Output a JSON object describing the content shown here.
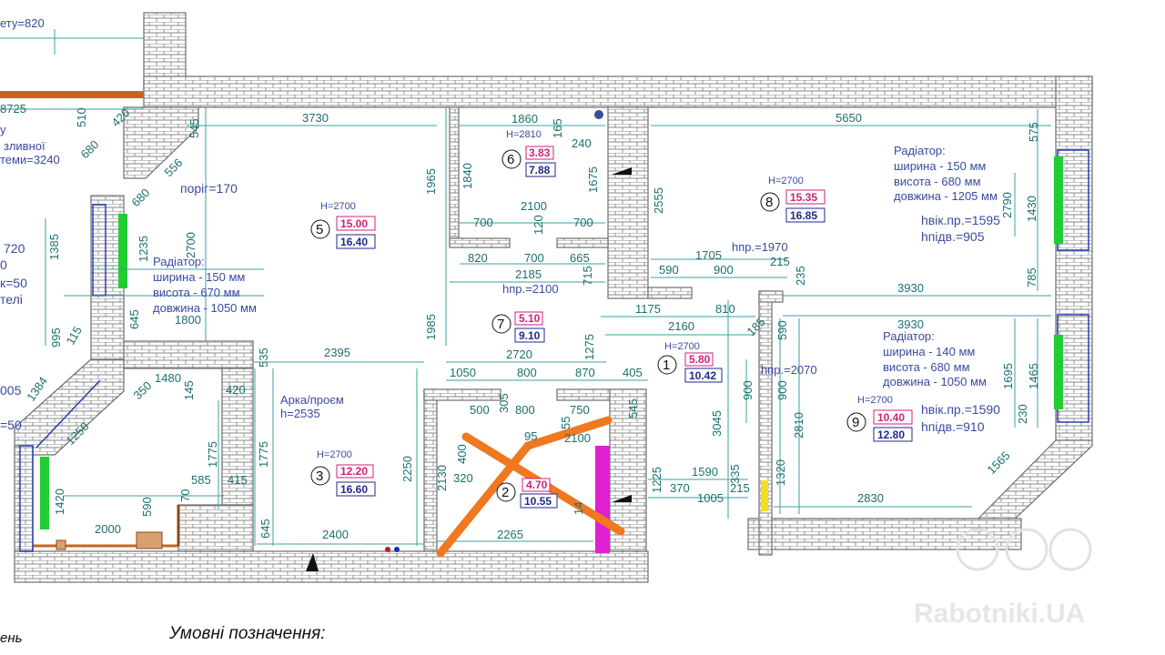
{
  "top_left": {
    "label": "ету=820",
    "dim_8725": "8725",
    "frag_1": "у",
    "frag_2": "зливної",
    "frag_3": "теми=3240",
    "frag_720": "720",
    "frag_0": "0",
    "frag_k50": "к=50",
    "frag_teli": "телі",
    "frag_005": "005",
    "frag_50": "=50",
    "frag_ven": "ень"
  },
  "dims": {
    "d510": "510",
    "d420": "420",
    "d545": "545",
    "d680a": "680",
    "d556": "556",
    "d680b": "680",
    "d3730": "3730",
    "d1860": "1860",
    "d5650": "5650",
    "d575": "575",
    "d1965": "1965",
    "d1840": "1840",
    "d2100": "2100",
    "d700a": "700",
    "d120": "120",
    "d700b": "700",
    "d820": "820",
    "d700c": "700",
    "d665": "665",
    "d2185": "2185",
    "d1675": "1675",
    "d2555": "2555",
    "d165": "165",
    "d240": "240",
    "d1385": "1385",
    "d1235": "1235",
    "d2700": "2700",
    "d645": "645",
    "d995": "995",
    "d115": "115",
    "d1800": "1800",
    "d2395": "2395",
    "d535": "535",
    "d1705": "1705",
    "d590a": "590",
    "d900a": "900",
    "d215a": "215",
    "d235": "235",
    "d3930a": "3930",
    "d1175": "1175",
    "d2160": "2160",
    "d810": "810",
    "d185": "185",
    "d590b": "590",
    "d3930b": "3930",
    "d1430": "1430",
    "d2790": "2790",
    "d785": "785",
    "d1985": "1985",
    "d715": "715",
    "d2720": "2720",
    "d1275": "1275",
    "d1050": "1050",
    "d800a": "800",
    "d870": "870",
    "d405": "405",
    "d1384": "1384",
    "d350": "350",
    "d1480": "1480",
    "d145": "145",
    "d420b": "420",
    "d1250": "1250",
    "d1775a": "1775",
    "d1775b": "1775",
    "d1420": "1420",
    "d585": "585",
    "d415": "415",
    "d590c": "590",
    "d2000": "2000",
    "d70": "70",
    "d645b": "645",
    "d2250": "2250",
    "d2400": "2400",
    "d500": "500",
    "d305": "305",
    "d800b": "800",
    "d750": "750",
    "d55": "55",
    "d545b": "545",
    "d400": "400",
    "d2130": "2130",
    "d320": "320",
    "d95": "95",
    "d2100b": "2100",
    "d2265": "2265",
    "d14": "14",
    "d1225": "1225",
    "d370": "370",
    "d1590": "1590",
    "d1005": "1005",
    "d3045": "3045",
    "d900b": "900",
    "d900c": "900",
    "d2810": "2810",
    "d335": "335",
    "d215b": "215",
    "d1320": "1320",
    "d2830": "2830",
    "d1565": "1565",
    "d1695": "1695",
    "d1465": "1465",
    "d230": "230"
  },
  "labels": {
    "porig": "поріг=170",
    "npr1970": "hпр.=1970",
    "npr2100": "hпр.=2100",
    "npr2070": "hпр.=2070",
    "arka1": "Арка/проєм",
    "arka2": "h=2535"
  },
  "radiators": [
    {
      "title": "Радіатор:",
      "w": "ширина - 150 мм",
      "h": "висота - 670 мм",
      "l": "довжина - 1050 мм"
    },
    {
      "title": "Радіатор:",
      "w": "ширина - 150 мм",
      "h": "висота - 680 мм",
      "l": "довжина - 1205 мм",
      "sill1": "hвік.пр.=1595",
      "sill2": "hпідв.=905"
    },
    {
      "title": "Радіатор:",
      "w": "ширина - 140 мм",
      "h": "висота - 680 мм",
      "l": "довжина - 1050 мм",
      "sill1": "hвік.пр.=1590",
      "sill2": "hпідв.=910"
    }
  ],
  "rooms": [
    {
      "no": "1",
      "h": "H=2700",
      "a1": "5.80",
      "a2": "10.42"
    },
    {
      "no": "2",
      "h": "",
      "a1": "4.70",
      "a2": "10.55"
    },
    {
      "no": "3",
      "h": "H=2700",
      "a1": "12.20",
      "a2": "16.60"
    },
    {
      "no": "5",
      "h": "H=2700",
      "a1": "15.00",
      "a2": "16.40"
    },
    {
      "no": "6",
      "h": "H=2810",
      "a1": "3.83",
      "a2": "7.88"
    },
    {
      "no": "7",
      "h": "",
      "a1": "5.10",
      "a2": "9.10"
    },
    {
      "no": "8",
      "h": "H=2700",
      "a1": "15.35",
      "a2": "16.85"
    },
    {
      "no": "9",
      "h": "H=2700",
      "a1": "10.40",
      "a2": "12.80"
    }
  ],
  "legend_title": "Умовні позначення:",
  "watermark": "Rabotniki.UA",
  "colors": {
    "wall": "#9a9a9a",
    "dim": "#3aa0a0",
    "radiator": "#22cc33",
    "magenta": "#e020d0",
    "cross": "#f07820",
    "yellow": "#f2e020",
    "pipe": "#c8641e"
  }
}
